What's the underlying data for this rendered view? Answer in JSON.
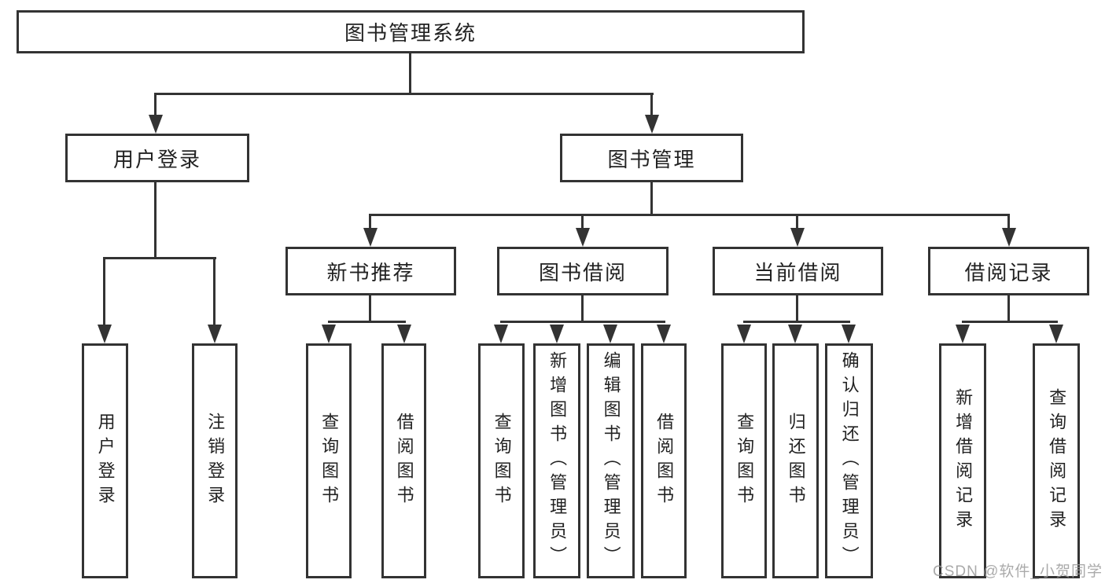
{
  "tree": {
    "root": {
      "label": "图书管理系统"
    },
    "branches": [
      {
        "label": "用户登录",
        "children": [
          {
            "label": "用户登录"
          },
          {
            "label": "注销登录"
          }
        ]
      },
      {
        "label": "图书管理",
        "children": [
          {
            "label": "新书推荐",
            "children": [
              {
                "label": "查询图书"
              },
              {
                "label": "借阅图书"
              }
            ]
          },
          {
            "label": "图书借阅",
            "children": [
              {
                "label": "查询图书"
              },
              {
                "label": "新增图书（管理员）"
              },
              {
                "label": "编辑图书（管理员）"
              },
              {
                "label": "借阅图书"
              }
            ]
          },
          {
            "label": "当前借阅",
            "children": [
              {
                "label": "查询图书"
              },
              {
                "label": "归还图书"
              },
              {
                "label": "确认归还（管理员）"
              }
            ]
          },
          {
            "label": "借阅记录",
            "children": [
              {
                "label": "新增借阅记录"
              },
              {
                "label": "查询借阅记录"
              }
            ]
          }
        ]
      }
    ]
  },
  "watermark": {
    "text": "CSDN @软件_小贺同学"
  },
  "colors": {
    "line": "#333333",
    "box_fill": "#ffffff",
    "label_text": "#222222",
    "watermark_text": "#9c9c9c"
  }
}
